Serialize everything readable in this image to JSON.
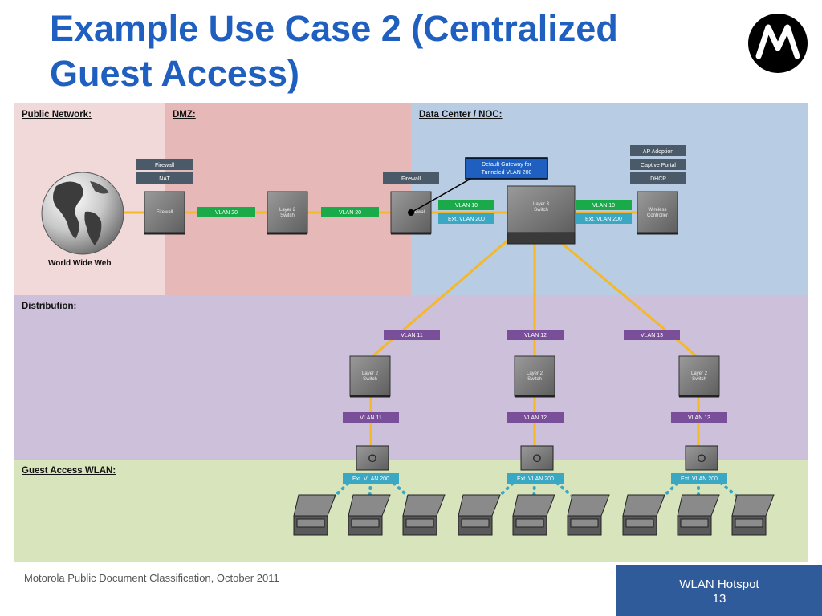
{
  "title": "Example Use Case 2 (Centralized Guest Access)",
  "zones": {
    "public_network": "Public Network:",
    "dmz": "DMZ:",
    "data_center": "Data Center / NOC:",
    "distribution": "Distribution:",
    "guest_wlan": "Guest Access WLAN:"
  },
  "globe_caption": "World Wide Web",
  "badges": {
    "firewall_left": "Firewall",
    "nat": "NAT",
    "firewall_dmz": "Firewall",
    "ap_adoption": "AP Adoption",
    "captive_portal": "Captive Portal",
    "dhcp": "DHCP"
  },
  "callout": "Default Gateway for Tunneled VLAN 200",
  "devices": {
    "firewall1": "Firewall",
    "l2switch_dmz": "Layer 2 Switch",
    "firewall2": "Firewall",
    "l3switch": "Layer 3 Switch",
    "wireless_controller": "Wireless Controller",
    "dist_l2_1": "Layer 2 Switch",
    "dist_l2_2": "Layer 2 Switch",
    "dist_l2_3": "Layer 2 Switch"
  },
  "vlans": {
    "vlan20_a": "VLAN 20",
    "vlan20_b": "VLAN 20",
    "vlan10_a": "VLAN 10",
    "ext200_a": "Ext. VLAN 200",
    "vlan10_b": "VLAN 10",
    "ext200_b": "Ext. VLAN 200",
    "dist_top_11": "VLAN 11",
    "dist_top_12": "VLAN 12",
    "dist_top_13": "VLAN 13",
    "dist_bot_11": "VLAN 11",
    "dist_bot_12": "VLAN 12",
    "dist_bot_13": "VLAN 13",
    "ap_ext_1": "Ext. VLAN 200",
    "ap_ext_2": "Ext. VLAN 200",
    "ap_ext_3": "Ext. VLAN 200"
  },
  "access_point_glyph": "O",
  "colors": {
    "title": "#1f5fbf",
    "public_zone": "#f2d9d9",
    "dmz_zone": "#e6b8b8",
    "datacenter_zone": "#b8cce4",
    "distribution_zone": "#ccc0da",
    "wlan_zone": "#d8e4bc",
    "link": "#f4b82a",
    "vlan_green": "#1aaa4a",
    "vlan_teal": "#3aa7c3",
    "vlan_purple": "#7a4f9a",
    "badge": "#4b5a68",
    "footer": "#2f5b9a"
  },
  "footer": {
    "classification": "Motorola Public Document Classification, October 2011",
    "section": "WLAN Hotspot",
    "page_number": "13"
  }
}
